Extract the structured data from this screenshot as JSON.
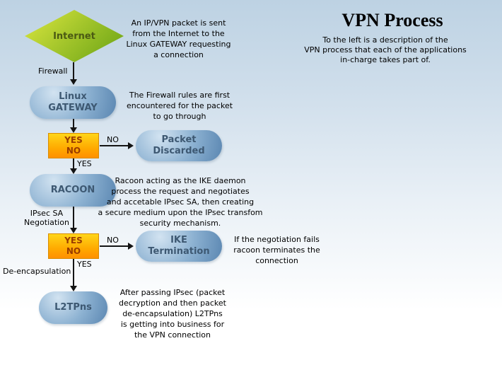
{
  "header": {
    "title": "VPN Process",
    "subtitle": "To the left is a description of the\nVPN process that each of the applications\nin-charge takes part of."
  },
  "nodes": {
    "internet": "Internet",
    "gateway": "Linux\nGATEWAY",
    "packet_discarded": "Packet\nDiscarded",
    "racoon": "RACOON",
    "ike_termination": "IKE\nTermination",
    "l2tpns": "L2TPns"
  },
  "decisions": {
    "yes": "YES",
    "no": "NO"
  },
  "edge_labels": {
    "firewall": "Firewall",
    "no1": "NO",
    "yes1": "YES",
    "ipsec_sa_negotiation": "IPsec SA\nNegotiation",
    "no2": "NO",
    "yes2": "YES",
    "de_encapsulation": "De-encapsulation"
  },
  "annotations": {
    "internet": "An IP/VPN packet is sent\nfrom the Internet to the\nLinux GATEWAY requesting\na connection",
    "gateway": "The Firewall rules are first\nencountered for the packet\nto go through",
    "racoon": "Racoon acting as the IKE daemon\nprocess the request and negotiates\nand accetable IPsec SA, then creating\na secure medium upon the IPsec transfom\nsecurity mechanism.",
    "ike": "If the negotiation fails\nracoon terminates the\nconnection",
    "l2tpns": "After passing IPsec (packet\ndecryption and then packet\nde-encapsulation) L2TPns\nis getting into business for\nthe VPN connection"
  },
  "colors": {
    "background_top": "#bdd2e3",
    "node_blue_light": "#d2e3f1",
    "node_blue_dark": "#5a86b1",
    "node_text": "#3d5872",
    "diamond_green_light": "#dde73f",
    "diamond_green_dark": "#68a214",
    "diamond_text": "#4b5a13",
    "decision_orange_top": "#ffd519",
    "decision_orange_bottom": "#ff9000",
    "decision_text": "#993b00",
    "connector": "#141414"
  }
}
